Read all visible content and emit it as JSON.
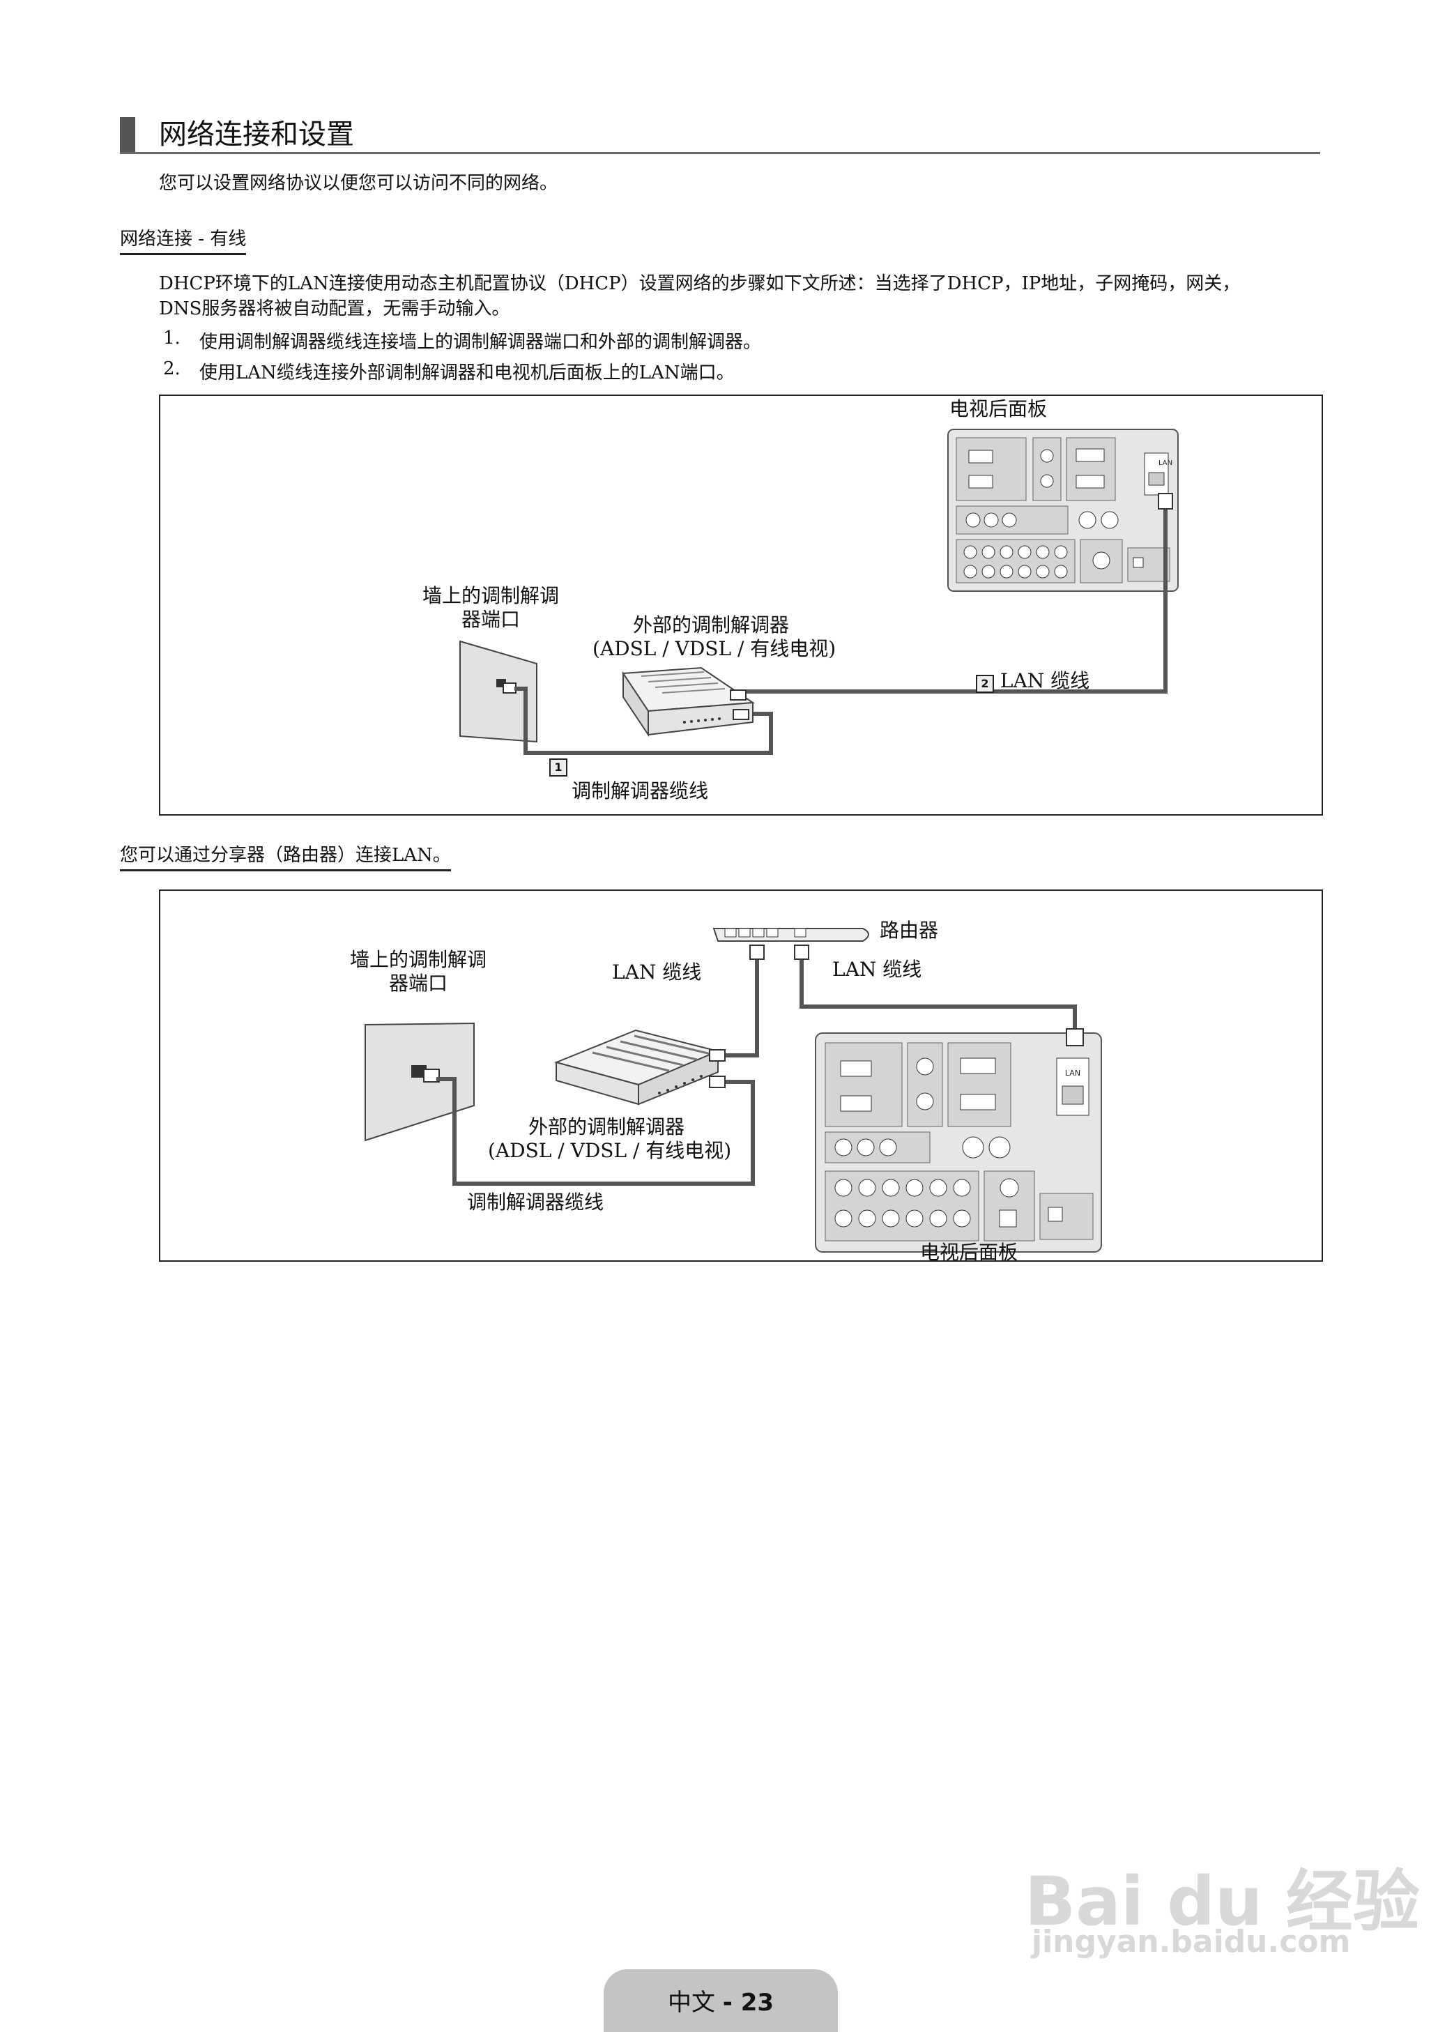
{
  "section": {
    "title": "网络连接和设置",
    "intro": "您可以设置网络协议以便您可以访问不同的网络。"
  },
  "wired": {
    "heading": "网络连接 - 有线",
    "desc_line1": "DHCP环境下的LAN连接使用动态主机配置协议（DHCP）设置网络的步骤如下文所述：当选择了DHCP，IP地址，子网掩码，网关，",
    "desc_line2": "DNS服务器将被自动配置，无需手动输入。",
    "steps": [
      {
        "num": "1.",
        "text": "使用调制解调器缆线连接墙上的调制解调器端口和外部的调制解调器。"
      },
      {
        "num": "2.",
        "text": "使用LAN缆线连接外部调制解调器和电视机后面板上的LAN端口。"
      }
    ]
  },
  "diagram1": {
    "tv_panel_label": "电视后面板",
    "wall_port_line1": "墙上的调制解调",
    "wall_port_line2": "器端口",
    "modem_line1": "外部的调制解调器",
    "modem_line2": "(ADSL / VDSL / 有线电视)",
    "lan_cable_num": "2",
    "lan_cable_label": "LAN 缆线",
    "modem_cable_num": "1",
    "modem_cable_label": "调制解调器缆线",
    "lan_port_text": "LAN"
  },
  "router_heading": "您可以通过分享器（路由器）连接LAN。",
  "diagram2": {
    "router_label": "路由器",
    "wall_port_line1": "墙上的调制解调",
    "wall_port_line2": "器端口",
    "lan_cable_label_1": "LAN 缆线",
    "lan_cable_label_2": "LAN 缆线",
    "modem_line1": "外部的调制解调器",
    "modem_line2": "(ADSL / VDSL / 有线电视)",
    "modem_cable_label": "调制解调器缆线",
    "tv_panel_label": "电视后面板",
    "lan_port_text": "LAN"
  },
  "footer": {
    "lang": "中文",
    "page": "- 23"
  },
  "watermark": {
    "brand": "Bai du 经验",
    "url": "jingyan.baidu.com"
  }
}
